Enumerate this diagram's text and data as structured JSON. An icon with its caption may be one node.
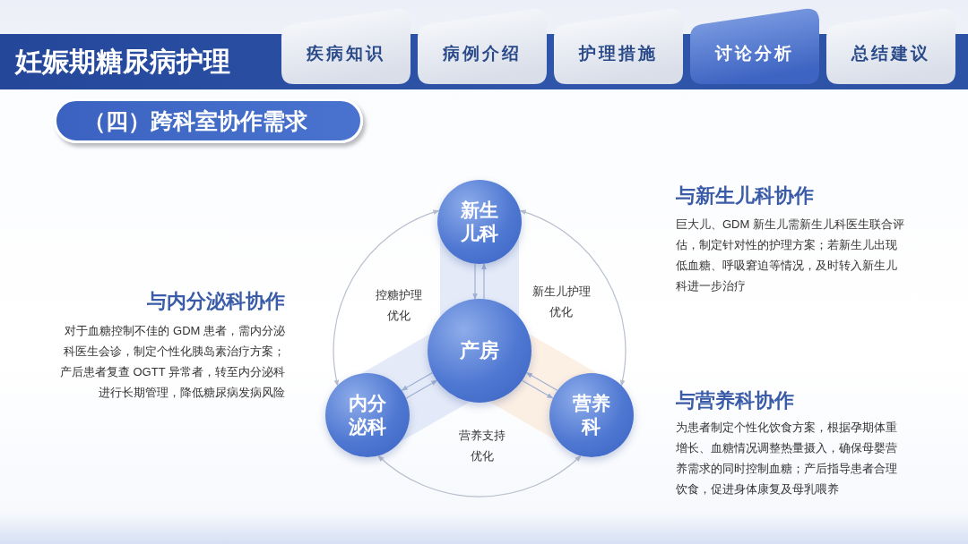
{
  "diagram": {
    "title": "妊娠期糖尿病护理",
    "nodes": [
      {
        "text": [
          "疾病知识"
        ]
      },
      {
        "text": [
          "病例介绍"
        ]
      },
      {
        "text": [
          "护理措施"
        ]
      },
      {
        "text": [
          "讨论分析"
        ]
      },
      {
        "text": [
          "总结建议"
        ]
      },
      {
        "text": [
          "（四）跨科室协作需求"
        ]
      },
      {
        "text": [
          "新生儿科"
        ]
      },
      {
        "text": [
          "产房"
        ]
      },
      {
        "text": [
          "内分泌科"
        ]
      },
      {
        "text": [
          "营养科"
        ]
      }
    ],
    "edges": [
      {
        "from": 7,
        "to": 6,
        "arrow": "to"
      },
      {
        "from": 6,
        "to": 7,
        "arrow": "to"
      },
      {
        "from": 8,
        "to": 7,
        "arrow": "to"
      },
      {
        "from": 7,
        "to": 8,
        "arrow": "to"
      },
      {
        "from": 7,
        "to": 9,
        "arrow": "to"
      },
      {
        "from": 9,
        "to": 7,
        "arrow": "to"
      },
      {
        "from": 6,
        "to": 8,
        "arrow": "both",
        "label": "控糖护理优化"
      },
      {
        "from": 6,
        "to": 9,
        "arrow": "both",
        "label": "新生儿护理优化"
      },
      {
        "from": 8,
        "to": 9,
        "arrow": "both",
        "label": "营养支持优化"
      }
    ],
    "labels": [
      "与新生儿科协作",
      "巨大儿、GDM 新生儿需新生儿科医生联合评估，制定针对性的护理方案；若新生儿出现低血糖、呼吸窘迫等情况，及时转入新生儿科进一步治疗",
      "与内分泌科协作",
      "对于血糖控制不佳的 GDM 患者，需内分泌科医生会诊，制定个性化胰岛素治疗方案；产后患者复查 OGTT 异常者，转至内分泌科进行长期管理，降低糖尿病发病风险",
      "与营养科协作",
      "为患者制定个性化饮食方案，根据孕期体重增长、血糖情况调整热量摄入，确保母婴营养需求的同时控制血糖；产后指导患者合理饮食，促进身体康复及母乳喂养"
    ]
  }
}
